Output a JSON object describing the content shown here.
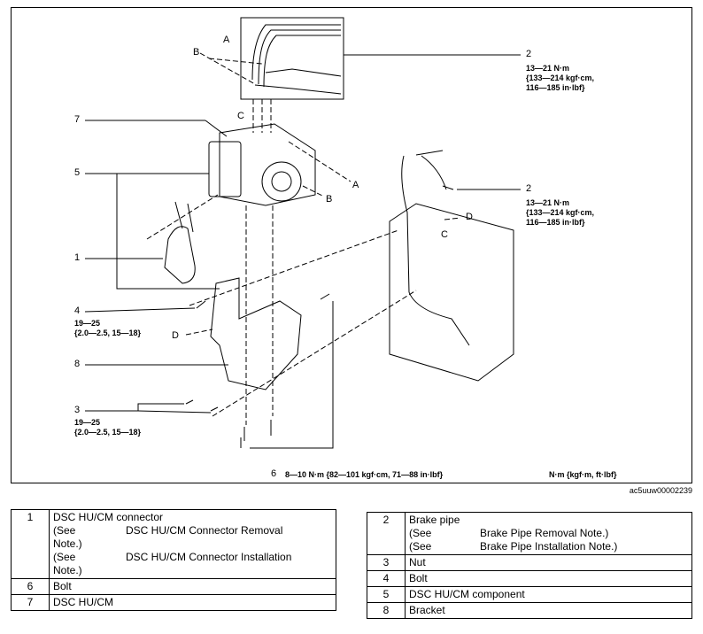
{
  "diagram": {
    "callouts": {
      "c1": "1",
      "c2a": "2",
      "c2b": "2",
      "c3": "3",
      "c4": "4",
      "c5": "5",
      "c6": "6",
      "c7": "7",
      "c8": "8"
    },
    "letters": {
      "A": "A",
      "B": "B",
      "C": "C",
      "D": "D"
    },
    "torque_2a": "13—21 N·m\n{133—214 kgf·cm,\n116—185 in·lbf}",
    "torque_2b": "13—21 N·m\n{133—214 kgf·cm,\n116—185 in·lbf}",
    "torque_4": "19—25\n{2.0—2.5, 15—18}",
    "torque_3": "19—25\n{2.0—2.5, 15—18}",
    "torque_6": "8—10 N·m {82—101 kgf·cm, 71—88 in·lbf}",
    "units_note": "N·m {kgf·m, ft·lbf}",
    "figure_code": "ac5uuw00002239"
  },
  "left_table": {
    "rows": [
      {
        "num": "1",
        "title": "DSC HU/CM connector",
        "see1": "(See",
        "ref1": "DSC HU/CM Connector Removal",
        "note1": "Note.)",
        "see2": "(See",
        "ref2": "DSC HU/CM Connector Installation",
        "note2": "Note.)"
      },
      {
        "num": "6",
        "title": "Bolt"
      },
      {
        "num": "7",
        "title": "DSC HU/CM"
      }
    ]
  },
  "right_table": {
    "rows": [
      {
        "num": "2",
        "title": "Brake pipe",
        "see1": "(See",
        "ref1": "Brake Pipe Removal Note.)",
        "see2": "(See",
        "ref2": "Brake Pipe Installation Note.)"
      },
      {
        "num": "3",
        "title": "Nut"
      },
      {
        "num": "4",
        "title": "Bolt"
      },
      {
        "num": "5",
        "title": "DSC HU/CM component"
      },
      {
        "num": "8",
        "title": "Bracket"
      }
    ]
  }
}
